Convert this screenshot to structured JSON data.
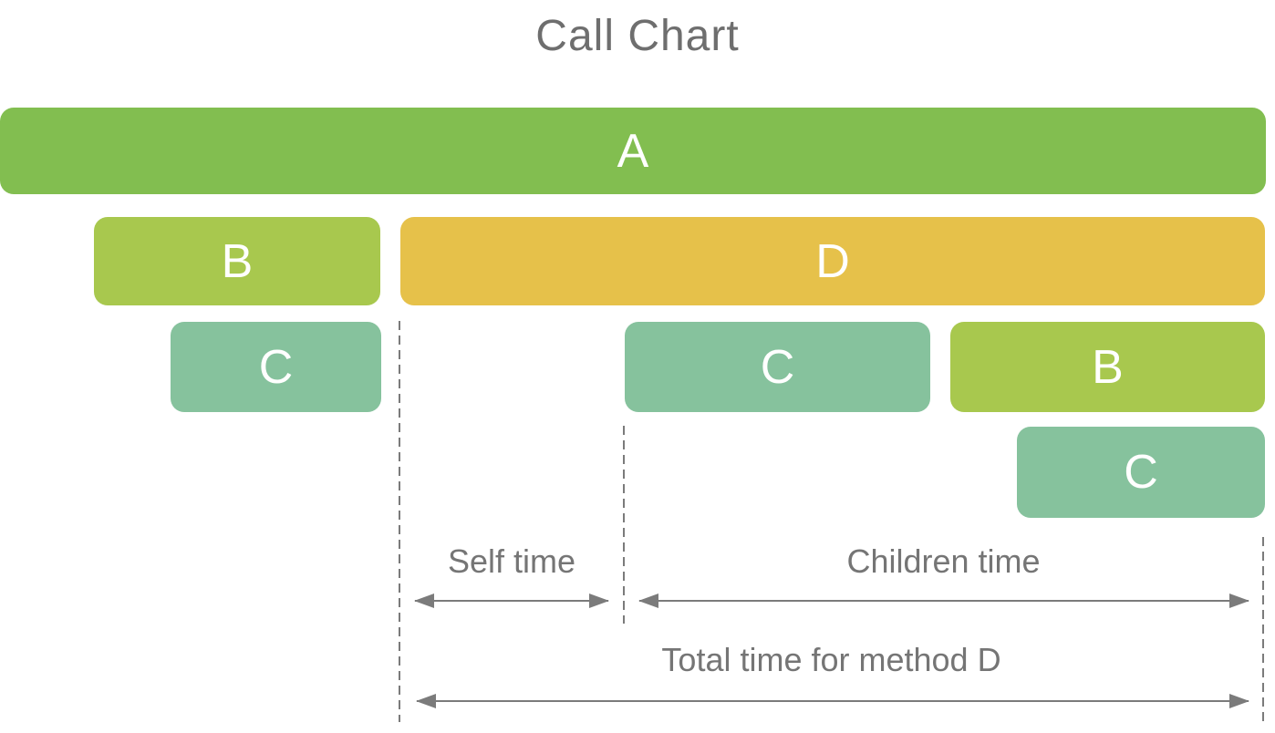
{
  "title": "Call Chart",
  "bars": [
    {
      "label": "A",
      "row": 1
    },
    {
      "label": "B",
      "row": 2
    },
    {
      "label": "D",
      "row": 2
    },
    {
      "label": "C",
      "row": 3
    },
    {
      "label": "C",
      "row": 3
    },
    {
      "label": "B",
      "row": 3
    },
    {
      "label": "C",
      "row": 4
    }
  ],
  "annotations": {
    "self_time_label": "Self time",
    "children_time_label": "Children time",
    "total_time_label": "Total time for method D"
  },
  "colors": {
    "method_a_green": "#82BE50",
    "method_b_green": "#A8C84E",
    "method_c_teal": "#86C29D",
    "method_d_yellow": "#E6C14A",
    "annotation_gray": "#757575",
    "arrow_dash_gray": "#7b7b7b",
    "bar_label_white": "#FFFFFF"
  }
}
